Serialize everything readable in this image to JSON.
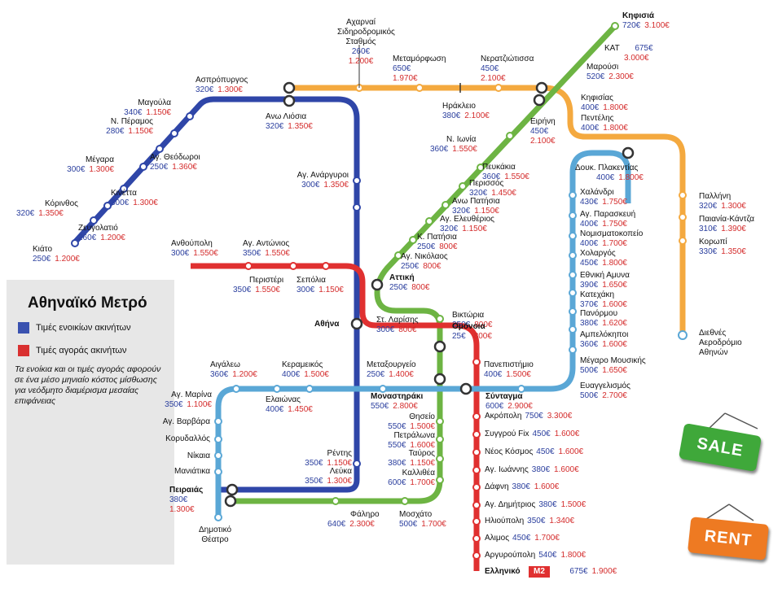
{
  "legend": {
    "title": "Αθηναϊκό Μετρό",
    "rent": "Τιμές ενοικίων ακινήτων",
    "sale": "Τιμές αγοράς ακινήτων",
    "note": "Τα ενοίκια και οι τιμές αγοράς αφορούν σε ένα μέσο μηνιαίο κόστος μίσθωσης για νεόδμητο διαμέρισμα μεσαίας επιφάνειας",
    "rent_color": "#3a52b0",
    "sale_color": "#d93030"
  },
  "signs": {
    "sale": "SALE",
    "rent": "RENT"
  },
  "line_badge": "M2",
  "line_colors": {
    "orange": "#f4a93f",
    "blue": "#2f46a8",
    "green": "#6db443",
    "red": "#e03030",
    "lightblue": "#5aa7d6"
  },
  "stations": {
    "acharnai": {
      "name": "Αχαρναί Σιδηροδρομικός Σταθμός",
      "rent": "260€",
      "sale": "1.200€"
    },
    "aspropyrgos": {
      "name": "Ασπρόπυργος",
      "rent": "320€",
      "sale": "1.300€"
    },
    "magoula": {
      "name": "Μαγούλα",
      "rent": "340€",
      "sale": "1.150€"
    },
    "nperamos": {
      "name": "Ν. Πέραμος",
      "rent": "280€",
      "sale": "1.150€"
    },
    "megara": {
      "name": "Μέγαρα",
      "rent": "300€",
      "sale": "1.300€"
    },
    "agtheodoroi": {
      "name": "Αγ. Θεόδωροι",
      "rent": "250€",
      "sale": "1.360€"
    },
    "kinetta": {
      "name": "Κινέττα",
      "rent": "300€",
      "sale": "1.300€"
    },
    "korinthos": {
      "name": "Κόρινθος",
      "rent": "320€",
      "sale": "1.350€"
    },
    "zevgolatio": {
      "name": "Ζευγολατιό",
      "rent": "260€",
      "sale": "1.200€"
    },
    "kiato": {
      "name": "Κιάτο",
      "rent": "250€",
      "sale": "1.200€"
    },
    "anoliosia": {
      "name": "Ανω Λιόσια",
      "rent": "320€",
      "sale": "1.350€"
    },
    "aganargyroi": {
      "name": "Αγ. Ανάργυροι",
      "rent": "300€",
      "sale": "1.350€"
    },
    "metamorfosi": {
      "name": "Μεταμόρφωση",
      "rent": "650€",
      "sale": "1.970€"
    },
    "neratziotissa": {
      "name": "Νερατζιώτισσα",
      "rent": "450€",
      "sale": "2.100€"
    },
    "kifisia": {
      "name": "Κηφισιά",
      "rent": "720€",
      "sale": "3.100€"
    },
    "kat": {
      "name": "ΚΑΤ",
      "rent": "675€",
      "sale": "3.000€"
    },
    "marousi": {
      "name": "Μαρούσι",
      "rent": "520€",
      "sale": "2.300€"
    },
    "iraklio": {
      "name": "Ηράκλειο",
      "rent": "380€",
      "sale": "2.100€"
    },
    "eirini": {
      "name": "Ειρήνη",
      "rent": "450€",
      "sale": "2.100€"
    },
    "kifisias": {
      "name": "Κηφισίας",
      "rent": "400€",
      "sale": "1.800€"
    },
    "pentelis": {
      "name": "Πεντέλης",
      "rent": "400€",
      "sale": "1.800€"
    },
    "nionia": {
      "name": "Ν. Ιωνία",
      "rent": "360€",
      "sale": "1.550€"
    },
    "doukplakentias": {
      "name": "Δουκ. Πλακεντίας",
      "rent": "400€",
      "sale": "1.800€"
    },
    "pefkakia": {
      "name": "Πευκάκια",
      "rent": "360€",
      "sale": "1.550€"
    },
    "perissos": {
      "name": "Περισσός",
      "rent": "320€",
      "sale": "1.450€"
    },
    "anopatisia": {
      "name": "Ανω Πατήσια",
      "rent": "320€",
      "sale": "1.150€"
    },
    "ageleftherios": {
      "name": "Αγ. Ελευθέριος",
      "rent": "320€",
      "sale": "1.150€"
    },
    "kpatisia": {
      "name": "Κ. Πατήσια",
      "rent": "250€",
      "sale": "800€"
    },
    "agnikolaos": {
      "name": "Αγ. Νικόλαος",
      "rent": "250€",
      "sale": "800€"
    },
    "chalandri": {
      "name": "Χαλάνδρι",
      "rent": "430€",
      "sale": "1.750€"
    },
    "agparaskevi": {
      "name": "Αγ. Παρασκευή",
      "rent": "400€",
      "sale": "1.750€"
    },
    "nomismatokopeio": {
      "name": "Νομισματοκοπείο",
      "rent": "400€",
      "sale": "1.700€"
    },
    "cholargos": {
      "name": "Χολαργός",
      "rent": "450€",
      "sale": "1.800€"
    },
    "ethnikiamyna": {
      "name": "Εθνική Αμυνα",
      "rent": "390€",
      "sale": "1.650€"
    },
    "katechaki": {
      "name": "Κατεχάκη",
      "rent": "370€",
      "sale": "1.600€"
    },
    "panormou": {
      "name": "Πανόρμου",
      "rent": "380€",
      "sale": "1.620€"
    },
    "ampelokipoi": {
      "name": "Αμπελόκηποι",
      "rent": "360€",
      "sale": "1.600€"
    },
    "megaromousikis": {
      "name": "Μέγαρο Μουσικής",
      "rent": "500€",
      "sale": "1.650€"
    },
    "evangelismos": {
      "name": "Ευαγγελισμός",
      "rent": "500€",
      "sale": "2.700€"
    },
    "pallini": {
      "name": "Παλλήνη",
      "rent": "320€",
      "sale": "1.300€"
    },
    "paiania": {
      "name": "Παιανία-Κάντζα",
      "rent": "310€",
      "sale": "1.390€"
    },
    "koropi": {
      "name": "Κορωπί",
      "rent": "330€",
      "sale": "1.350€"
    },
    "aerodromio": {
      "name": "Διεθνές Αεροδρόμιο Αθηνών"
    },
    "anthoupoli": {
      "name": "Ανθούπολη",
      "rent": "300€",
      "sale": "1.550€"
    },
    "agantonios": {
      "name": "Αγ. Αντώνιος",
      "rent": "350€",
      "sale": "1.550€"
    },
    "peristeri": {
      "name": "Περιστέρι",
      "rent": "350€",
      "sale": "1.550€"
    },
    "sepolia": {
      "name": "Σεπόλια",
      "rent": "300€",
      "sale": "1.150€"
    },
    "attiki": {
      "name": "Αττική",
      "rent": "250€",
      "sale": "800€"
    },
    "athina": {
      "name": "Αθήνα"
    },
    "stlarisis": {
      "name": "Στ. Λαρίσης",
      "rent": "300€",
      "sale": "800€"
    },
    "viktoria": {
      "name": "Βικτώρια",
      "rent": "250€",
      "sale": "800€"
    },
    "omonoia": {
      "name": "Ομόνοια",
      "rent": "25€",
      "sale": "800€"
    },
    "aigaleo": {
      "name": "Αιγάλεω",
      "rent": "360€",
      "sale": "1.200€"
    },
    "kerameikos": {
      "name": "Κεραμεικός",
      "rent": "400€",
      "sale": "1.500€"
    },
    "metaxourgeio": {
      "name": "Μεταξουργείο",
      "rent": "250€",
      "sale": "1.400€"
    },
    "panepistimio": {
      "name": "Πανεπιστήμιο",
      "rent": "400€",
      "sale": "1.500€"
    },
    "agmarina": {
      "name": "Αγ. Μαρίνα",
      "rent": "350€",
      "sale": "1.100€"
    },
    "elaionas": {
      "name": "Ελαιώνας",
      "rent": "400€",
      "sale": "1.450€"
    },
    "monastiraki": {
      "name": "Μοναστηράκι",
      "rent": "550€",
      "sale": "2.800€"
    },
    "syntagma": {
      "name": "Σύνταγμα",
      "rent": "600€",
      "sale": "2.900€"
    },
    "agvarvara": {
      "name": "Αγ. Βαρβάρα"
    },
    "korydallos": {
      "name": "Κορυδαλλός"
    },
    "nikaia": {
      "name": "Νίκαια"
    },
    "maniatika": {
      "name": "Μανιάτικα"
    },
    "piraeus": {
      "name": "Πειραιάς",
      "rent": "380€",
      "sale": "1.300€"
    },
    "dimotiko": {
      "name": "Δημοτικό Θέατρο"
    },
    "thiseio": {
      "name": "Θησείο",
      "rent": "550€",
      "sale": "1.500€"
    },
    "petralona": {
      "name": "Πετράλωνα",
      "rent": "550€",
      "sale": "1.600€"
    },
    "tavros": {
      "name": "Ταύρος",
      "rent": "380€",
      "sale": "1.150€"
    },
    "kallithea": {
      "name": "Καλλιθέα",
      "rent": "600€",
      "sale": "1.700€"
    },
    "rentis": {
      "name": "Ρέντης",
      "rent": "350€",
      "sale": "1.150€"
    },
    "lefka": {
      "name": "Λεύκα",
      "rent": "350€",
      "sale": "1.300€"
    },
    "faliro": {
      "name": "Φάληρο",
      "rent": "640€",
      "sale": "2.300€"
    },
    "moschato": {
      "name": "Μοσχάτο",
      "rent": "500€",
      "sale": "1.700€"
    },
    "akropoli": {
      "name": "Ακρόπολη",
      "rent": "750€",
      "sale": "3.300€"
    },
    "syngrou": {
      "name": "Συγγρού Fix",
      "rent": "450€",
      "sale": "1.600€"
    },
    "neoskosmos": {
      "name": "Νέος Κόσμος",
      "rent": "450€",
      "sale": "1.600€"
    },
    "agioannis": {
      "name": "Αγ. Ιωάννης",
      "rent": "380€",
      "sale": "1.600€"
    },
    "dafni": {
      "name": "Δάφνη",
      "rent": "380€",
      "sale": "1.600€"
    },
    "agdimitrios": {
      "name": "Αγ. Δημήτριος",
      "rent": "380€",
      "sale": "1.500€"
    },
    "ilioupoli": {
      "name": "Ηλιούπολη",
      "rent": "350€",
      "sale": "1.340€"
    },
    "alimos": {
      "name": "Αλιμος",
      "rent": "450€",
      "sale": "1.700€"
    },
    "argyroupoli": {
      "name": "Αργυρούπολη",
      "rent": "540€",
      "sale": "1.800€"
    },
    "elliniko": {
      "name": "Ελληνικό",
      "rent": "675€",
      "sale": "1.900€"
    }
  }
}
